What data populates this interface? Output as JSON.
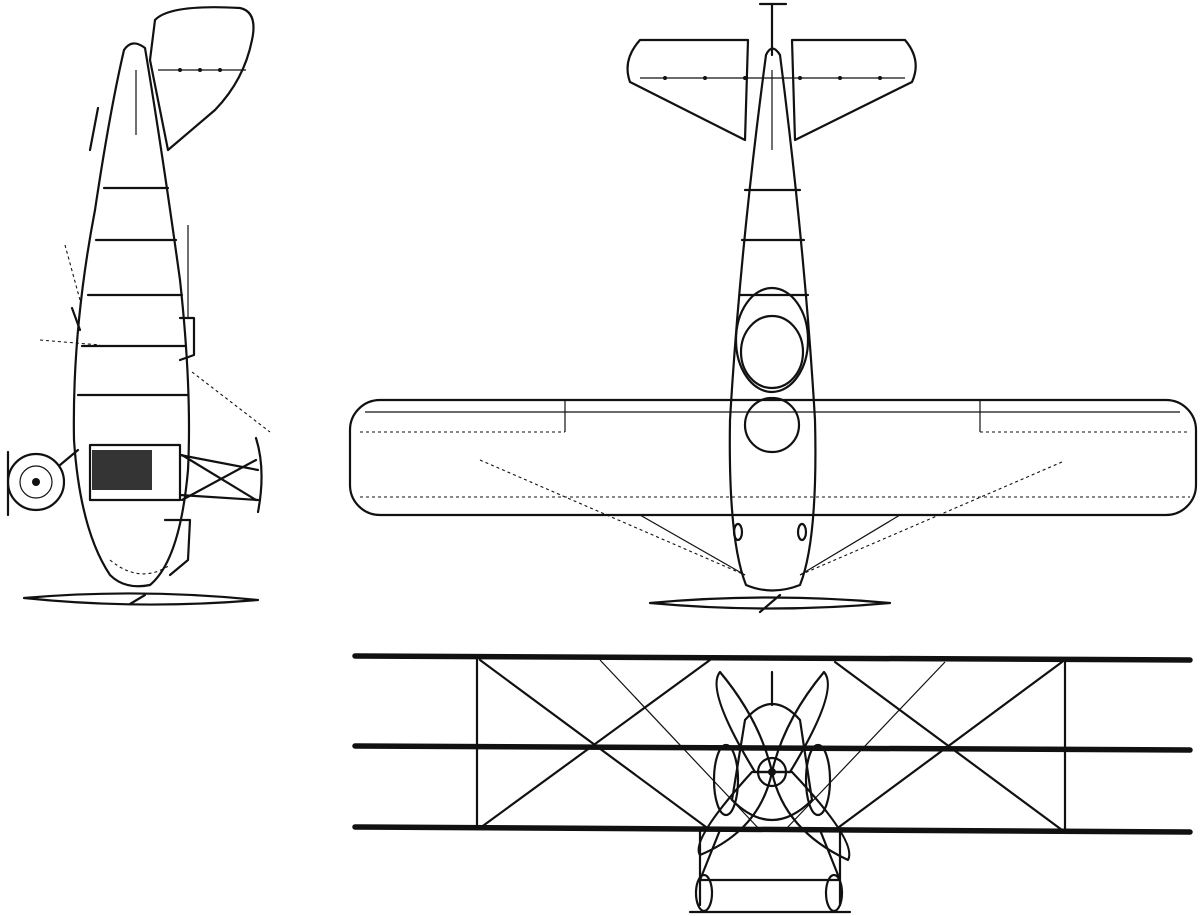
{
  "drawing": {
    "views": [
      {
        "id": "side-view"
      },
      {
        "id": "top-view"
      },
      {
        "id": "front-view"
      }
    ],
    "colors": {
      "ink": "#111111",
      "paper": "#ffffff"
    }
  }
}
